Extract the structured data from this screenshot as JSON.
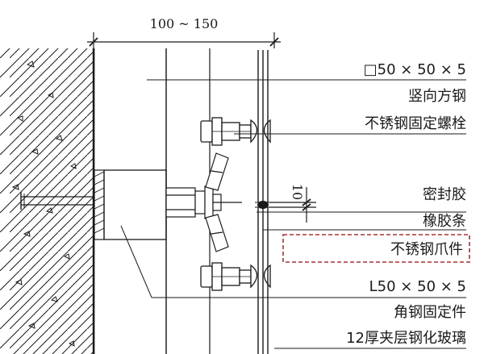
{
  "dimensions": {
    "width_label": "100 ~ 150",
    "gap_label": "10"
  },
  "labels": {
    "tube_size": "□50 × 50 × 5",
    "vertical_tube": "竖向方钢",
    "bolt": "不锈钢固定螺栓",
    "sealant": "密封胶",
    "rubber_strip": "橡胶条",
    "spider_fitting": "不锈钢爪件",
    "angle_size": "L50 × 50 × 5",
    "angle_fixing": "角钢固定件",
    "glass": "12厚夹层钢化玻璃"
  },
  "colors": {
    "ink": "#1a1a1a",
    "highlight": "#a83232"
  }
}
